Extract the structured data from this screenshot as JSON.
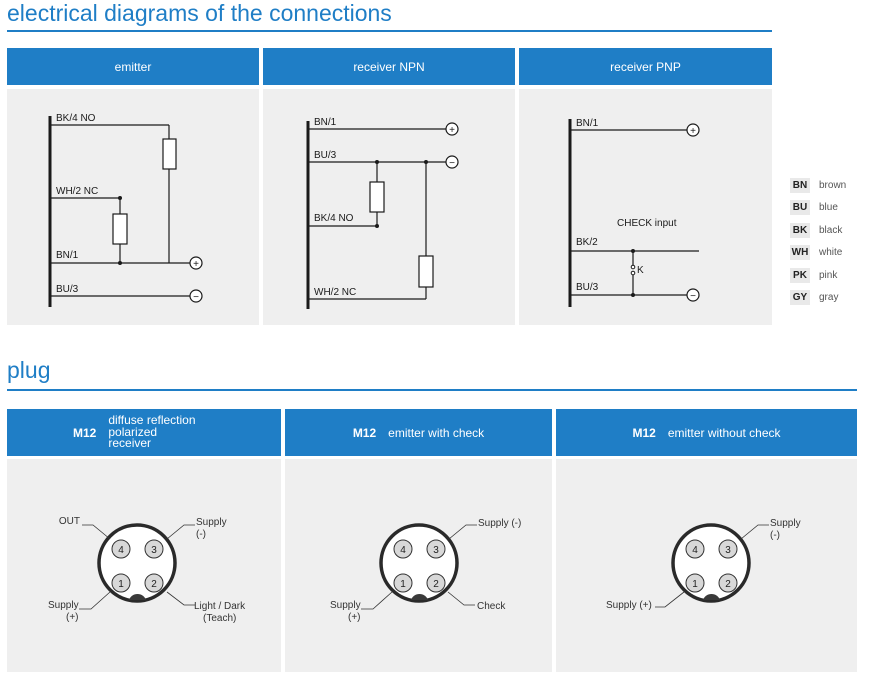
{
  "sections": {
    "diagrams_title": "electrical diagrams of the connections",
    "plug_title": "plug"
  },
  "diagram_headers": {
    "emitter": "emitter",
    "receiver_npn": "receiver NPN",
    "receiver_pnp": "receiver PNP"
  },
  "emitter_diagram": {
    "bk": "BK/4 NO",
    "wh": "WH/2 NC",
    "bn": "BN/1",
    "bu": "BU/3"
  },
  "npn_diagram": {
    "bn": "BN/1",
    "bu": "BU/3",
    "bk": "BK/4 NO",
    "wh": "WH/2 NC"
  },
  "pnp_diagram": {
    "bn": "BN/1",
    "check": "CHECK input",
    "bk": "BK/2",
    "bu": "BU/3",
    "switch": "K"
  },
  "symbols": {
    "plus": "+",
    "minus": "−"
  },
  "legend": [
    {
      "code": "BN",
      "name": "brown"
    },
    {
      "code": "BU",
      "name": "blue"
    },
    {
      "code": "BK",
      "name": "black"
    },
    {
      "code": "WH",
      "name": "white"
    },
    {
      "code": "PK",
      "name": "pink"
    },
    {
      "code": "GY",
      "name": "gray"
    }
  ],
  "plug_headers": {
    "m12": "M12",
    "receiver_line1": "diffuse reflection",
    "receiver_line2": "polarized",
    "receiver_line3": "receiver",
    "emitter_check": "emitter with check",
    "emitter_nocheck": "emitter without check"
  },
  "plug_receiver": {
    "pins": [
      "4",
      "3",
      "1",
      "2"
    ],
    "out": "OUT",
    "supply_minus_1": "Supply",
    "supply_minus_2": "(-)",
    "supply_plus_1": "Supply",
    "supply_plus_2": "(+)",
    "light_dark_1": "Light / Dark",
    "light_dark_2": "(Teach)"
  },
  "plug_check": {
    "pins": [
      "4",
      "3",
      "1",
      "2"
    ],
    "supply_minus": "Supply (-)",
    "supply_plus_1": "Supply",
    "supply_plus_2": "(+)",
    "check": "Check"
  },
  "plug_nocheck": {
    "pins": [
      "4",
      "3",
      "1",
      "2"
    ],
    "supply_minus_1": "Supply",
    "supply_minus_2": "(-)",
    "supply_plus": "Supply (+)"
  },
  "colors": {
    "accent": "#1f7ec6",
    "panel": "#efefef",
    "line": "#1a1a1a"
  }
}
